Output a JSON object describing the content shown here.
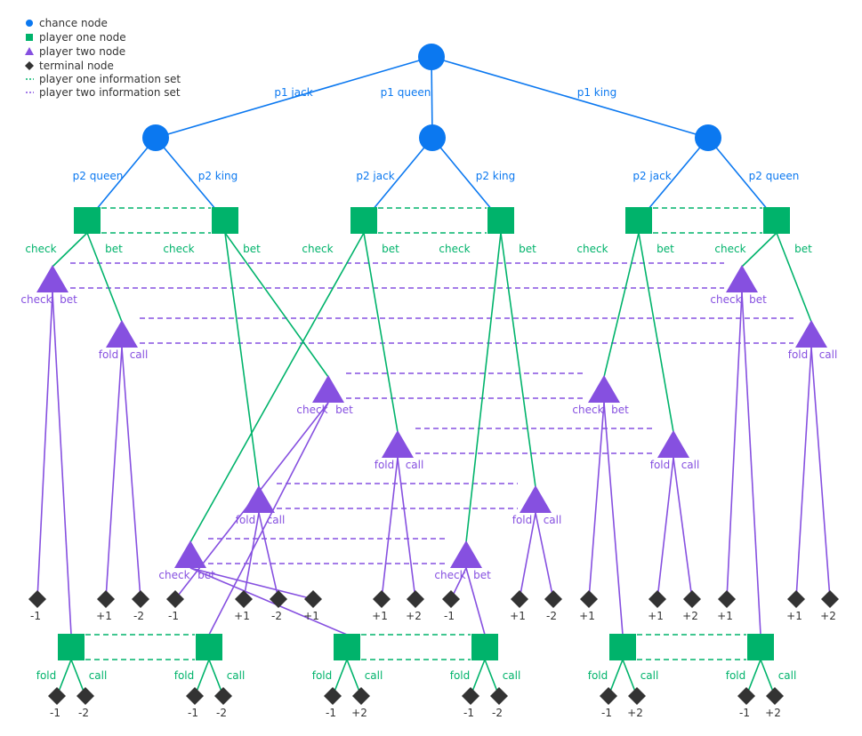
{
  "colors": {
    "chance": "#0b78f0",
    "p1": "#00b36b",
    "p2": "#8650e0",
    "terminal": "#333333",
    "text_dark": "#333333"
  },
  "legend": [
    {
      "shape": "circle",
      "color": "chance",
      "label": "chance node"
    },
    {
      "shape": "square",
      "color": "p1",
      "label": "player one node"
    },
    {
      "shape": "triangle",
      "color": "p2",
      "label": "player two node"
    },
    {
      "shape": "diamond",
      "color": "terminal",
      "label": "terminal node"
    },
    {
      "shape": "dash",
      "color": "p1",
      "label": "player one information set"
    },
    {
      "shape": "dash",
      "color": "p2",
      "label": "player two information set"
    }
  ],
  "labels": {
    "p1_cards": [
      "p1 jack",
      "p1 queen",
      "p1 king"
    ],
    "p2_cards": [
      "p2 queen",
      "p2 king",
      "p2 jack",
      "p2 king",
      "p2 jack",
      "p2 queen"
    ],
    "check": "check",
    "bet": "bet",
    "fold": "fold",
    "call": "call"
  },
  "payoffs": {
    "row1": [
      "-1",
      "+1",
      "-2",
      "-1",
      "+1",
      "-2",
      "+1",
      "+1",
      "+2",
      "-1",
      "+1",
      "-2",
      "+1",
      "+1",
      "+2",
      "+1",
      "+1",
      "+2"
    ],
    "row2": [
      "-1",
      "-2",
      "-1",
      "-2",
      "-1",
      "+2",
      "-1",
      "-2",
      "-1",
      "+2",
      "-1",
      "+2"
    ]
  }
}
